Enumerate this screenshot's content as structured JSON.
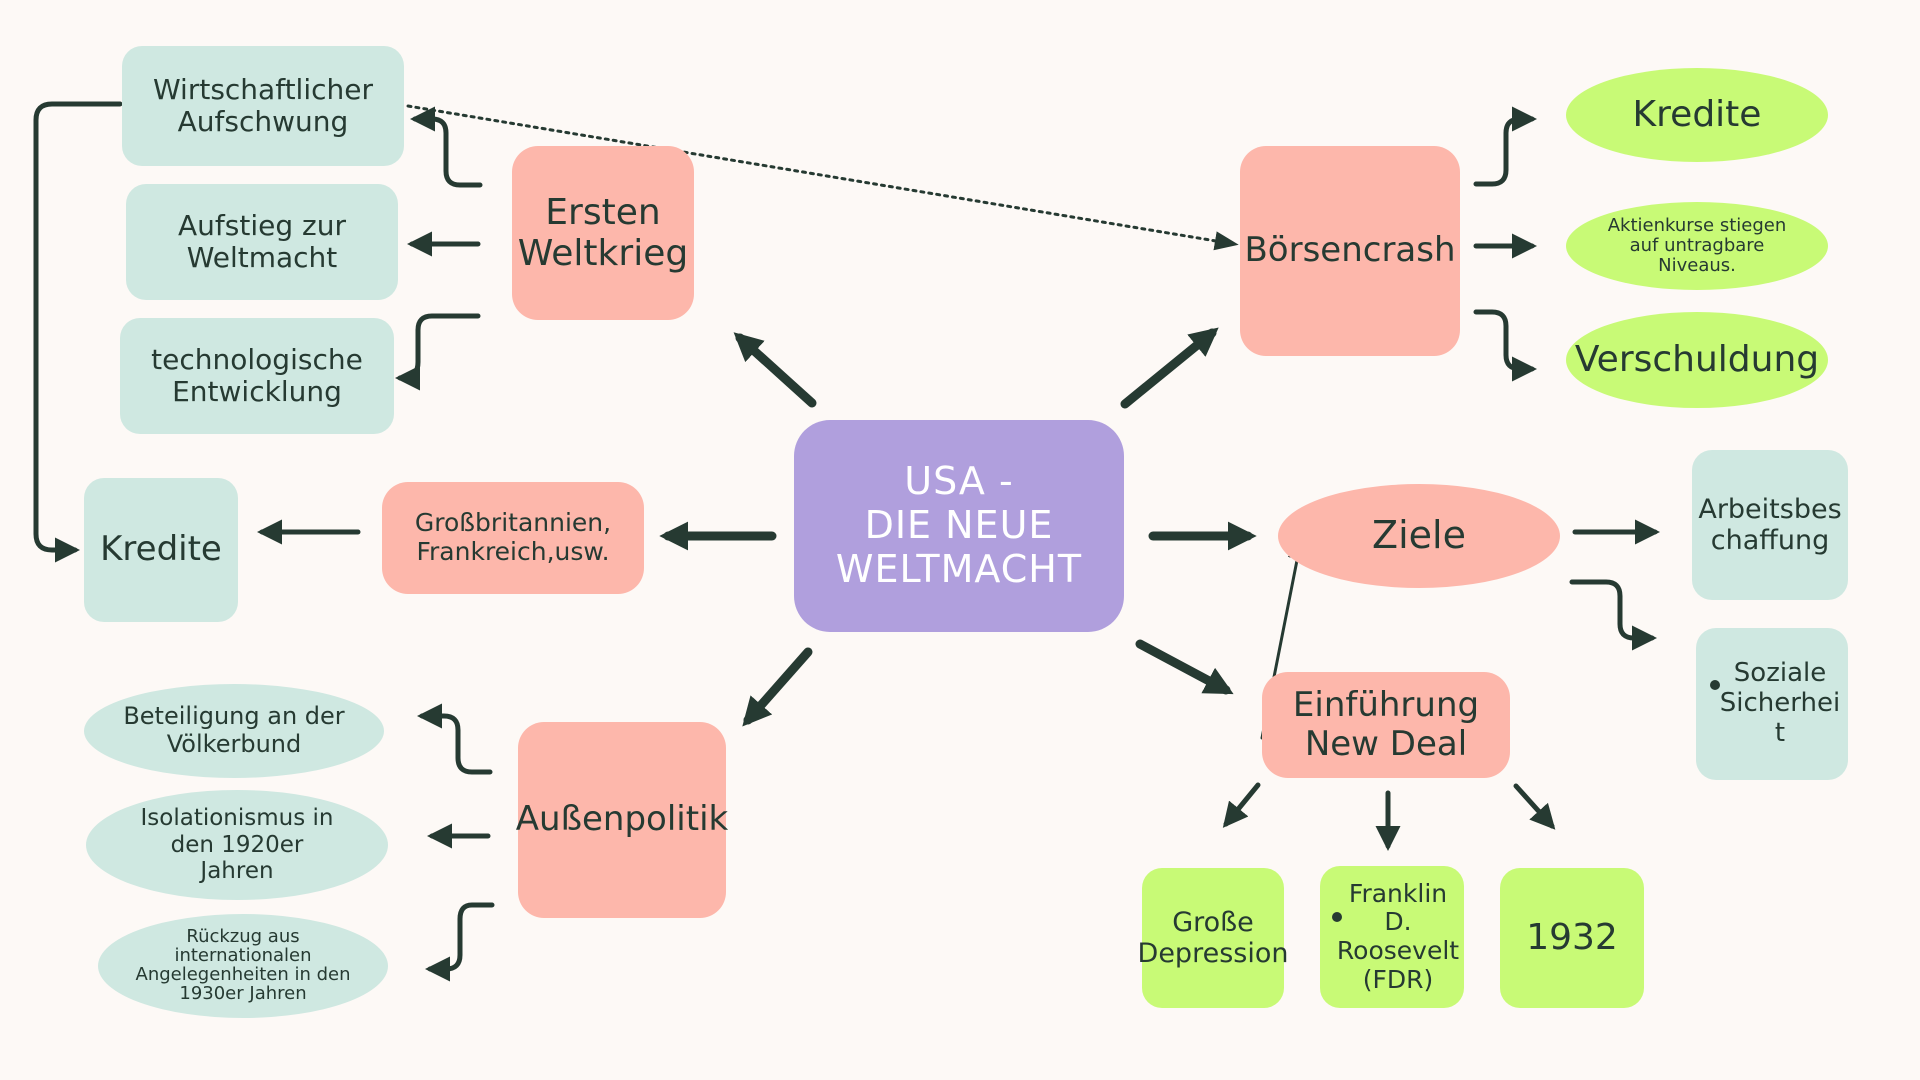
{
  "center": {
    "line1": "USA -",
    "line2": "DIE NEUE",
    "line3": "WELTMACHT"
  },
  "ersten_weltkrieg": {
    "line1": "Ersten",
    "line2": "Weltkrieg"
  },
  "wirtschaftlicher_aufschwung": {
    "line1": "Wirtschaftlicher",
    "line2": "Aufschwung"
  },
  "aufstieg_weltmacht": {
    "line1": "Aufstieg zur",
    "line2": "Weltmacht"
  },
  "technologische_entwicklung": {
    "line1": "technologische",
    "line2": "Entwicklung"
  },
  "kredite_left": "Kredite",
  "grossbritannien": {
    "line1": "Großbritannien,",
    "line2": "Frankreich,usw."
  },
  "aussenpolitik": "Außenpolitik",
  "voelkerbund": {
    "line1": "Beteiligung an der",
    "line2": "Völkerbund"
  },
  "isolationismus": {
    "line1": "Isolationismus in",
    "line2": "den 1920er",
    "line3": "Jahren"
  },
  "rueckzug": {
    "line1": "Rückzug aus",
    "line2": "internationalen",
    "line3": "Angelegenheiten in den",
    "line4": "1930er Jahren"
  },
  "boersencrash": "Börsencrash",
  "kredite_right": "Kredite",
  "aktienkurse": {
    "line1": "Aktienkurse stiegen",
    "line2": "auf untragbare",
    "line3": "Niveaus."
  },
  "verschuldung": "Verschuldung",
  "ziele": "Ziele",
  "arbeitsbeschaffung": {
    "line1": "Arbeitsbes",
    "line2": "chaffung"
  },
  "soziale_sicherheit": {
    "line1": "Soziale",
    "line2": "Sicherhei",
    "line3": "t"
  },
  "new_deal": {
    "line1": "Einführung",
    "line2": "New Deal"
  },
  "grosse_depression": {
    "line1": "Große",
    "line2": "Depression"
  },
  "fdr": {
    "line1": "Franklin D.",
    "line2": "Roosevelt",
    "line3": "(FDR)"
  },
  "year_1932": "1932",
  "colors": {
    "background": "#fdf9f6",
    "center": "#b09fdd",
    "pink": "#fdb7ab",
    "mint": "#cfe8e1",
    "green": "#c8fa76",
    "arrow": "#263a32"
  }
}
